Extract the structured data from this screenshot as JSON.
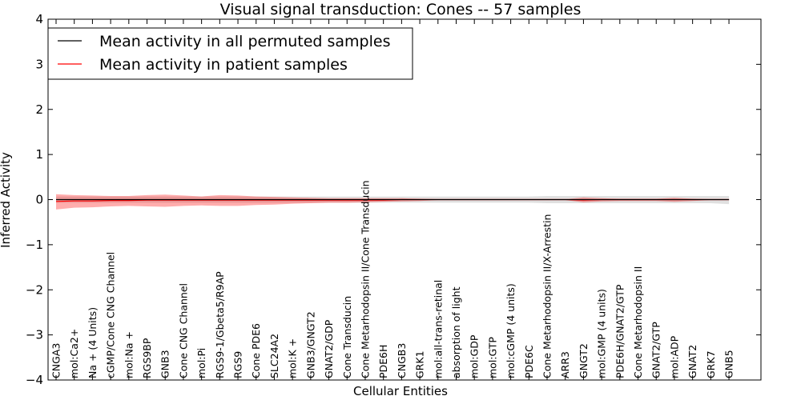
{
  "chart_data": {
    "type": "line",
    "title": "Visual signal transduction: Cones -- 57 samples",
    "xlabel": "Cellular Entities",
    "ylabel": "Inferred Activity",
    "ylim": [
      -4,
      4
    ],
    "yticks": [
      "4",
      "3",
      "2",
      "1",
      "0",
      "−1",
      "−2",
      "−3",
      "−4"
    ],
    "ytick_values": [
      4,
      3,
      2,
      1,
      0,
      -1,
      -2,
      -3,
      -4
    ],
    "legend_position": "top-left",
    "categories": [
      "CNGA3",
      "mol:Ca2+",
      "Na + (4 Units)",
      "cGMP/Cone CNG Channel",
      "mol:Na +",
      "RGS9BP",
      "GNB3",
      "Cone CNG Channel",
      "mol:Pi",
      "RGS9-1/Gbeta5/R9AP",
      "RGS9",
      "Cone PDE6",
      "SLC24A2",
      "mol:K +",
      "GNB3/GNGT2",
      "GNAT2/GDP",
      "Cone Transducin",
      "Cone Metarhodopsin II/Cone Transducin",
      "PDE6H",
      "CNGB3",
      "GRK1",
      "mol:all-trans-retinal",
      "absorption of light",
      "mol:GDP",
      "mol:GTP",
      "mol:cGMP (4 units)",
      "PDE6C",
      "Cone Metarhodopsin II/X-Arrestin",
      "ARR3",
      "GNGT2",
      "mol:GMP (4 units)",
      "PDE6H/GNAT2/GTP",
      "Cone Metarhodopsin II",
      "GNAT2/GTP",
      "mol:ADP",
      "GNAT2",
      "GRK7",
      "GNB5"
    ],
    "series": [
      {
        "name": "Mean activity in all permuted samples",
        "color": "#000000",
        "band_color": "#bbbbbb",
        "values": [
          0,
          0,
          0,
          0,
          0,
          0,
          0,
          0,
          0,
          0,
          0,
          0,
          0,
          0,
          0,
          0,
          0,
          0,
          0,
          0,
          0,
          0,
          0,
          0,
          0,
          0,
          0,
          0,
          0,
          0,
          0,
          0,
          0,
          0,
          0,
          0,
          0,
          0
        ],
        "band_upper": [
          0.07,
          0.07,
          0.07,
          0.07,
          0.07,
          0.07,
          0.07,
          0.07,
          0.07,
          0.07,
          0.07,
          0.07,
          0.07,
          0.07,
          0.07,
          0.07,
          0.07,
          0.07,
          0.07,
          0.07,
          0.07,
          0.07,
          0.07,
          0.07,
          0.07,
          0.07,
          0.07,
          0.08,
          0.08,
          0.08,
          0.08,
          0.08,
          0.08,
          0.08,
          0.08,
          0.08,
          0.08,
          0.08
        ],
        "band_lower": [
          -0.07,
          -0.07,
          -0.07,
          -0.07,
          -0.07,
          -0.07,
          -0.07,
          -0.07,
          -0.07,
          -0.07,
          -0.07,
          -0.07,
          -0.07,
          -0.07,
          -0.07,
          -0.07,
          -0.07,
          -0.07,
          -0.07,
          -0.07,
          -0.07,
          -0.07,
          -0.07,
          -0.07,
          -0.07,
          -0.07,
          -0.07,
          -0.08,
          -0.08,
          -0.08,
          -0.08,
          -0.08,
          -0.08,
          -0.08,
          -0.08,
          -0.08,
          -0.08,
          -0.1
        ]
      },
      {
        "name": "Mean activity in patient samples",
        "color": "#ff0000",
        "band_color": "#ff0000",
        "values": [
          -0.04,
          -0.03,
          -0.03,
          -0.02,
          -0.02,
          -0.01,
          -0.01,
          -0.01,
          -0.01,
          -0.01,
          -0.01,
          -0.01,
          -0.01,
          -0.01,
          -0.01,
          -0.01,
          -0.01,
          -0.01,
          -0.01,
          0,
          0,
          0,
          0,
          0,
          0,
          0,
          0,
          0,
          0,
          -0.01,
          0,
          0,
          0,
          0,
          0,
          0,
          0,
          0
        ],
        "band_upper": [
          0.12,
          0.1,
          0.09,
          0.08,
          0.08,
          0.1,
          0.11,
          0.09,
          0.07,
          0.1,
          0.09,
          0.07,
          0.06,
          0.05,
          0.04,
          0.03,
          0.03,
          0.03,
          0.03,
          0.03,
          0.02,
          0.01,
          0.01,
          0.01,
          0.01,
          0.01,
          0.01,
          0.01,
          0.01,
          0.05,
          0.03,
          0.02,
          0.02,
          0.02,
          0.04,
          0.02,
          0.01,
          0.01
        ],
        "band_lower": [
          -0.22,
          -0.18,
          -0.17,
          -0.15,
          -0.14,
          -0.15,
          -0.16,
          -0.14,
          -0.13,
          -0.14,
          -0.14,
          -0.12,
          -0.11,
          -0.09,
          -0.08,
          -0.07,
          -0.07,
          -0.06,
          -0.05,
          -0.04,
          -0.03,
          -0.01,
          -0.01,
          -0.01,
          -0.01,
          -0.01,
          -0.01,
          -0.01,
          -0.01,
          -0.06,
          -0.04,
          -0.03,
          -0.03,
          -0.03,
          -0.05,
          -0.03,
          -0.01,
          -0.01
        ]
      }
    ]
  }
}
